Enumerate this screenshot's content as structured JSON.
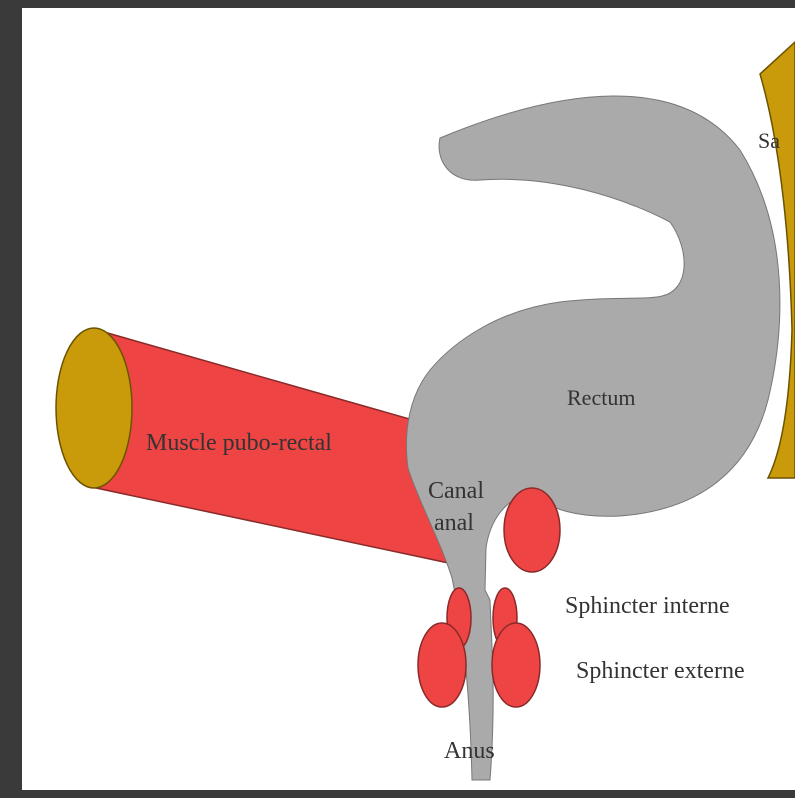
{
  "labels": {
    "sacrum": "Sa",
    "rectum": "Rectum",
    "muscle": "Muscle pubo-rectal",
    "canal_line1": "Canal",
    "canal_line2": "anal",
    "sphincter_interne": "Sphincter interne",
    "sphincter_externe": "Sphincter externe",
    "anus": "Anus"
  },
  "colors": {
    "background": "#ffffff",
    "frame": "#3a3a3a",
    "rectum_fill": "#aaaaaa",
    "muscle_fill": "#ee4444",
    "muscle_end_fill": "#c99a0a",
    "sacrum_fill": "#c99a0a",
    "sphincter_fill": "#ee4444",
    "outline": "#555555"
  }
}
